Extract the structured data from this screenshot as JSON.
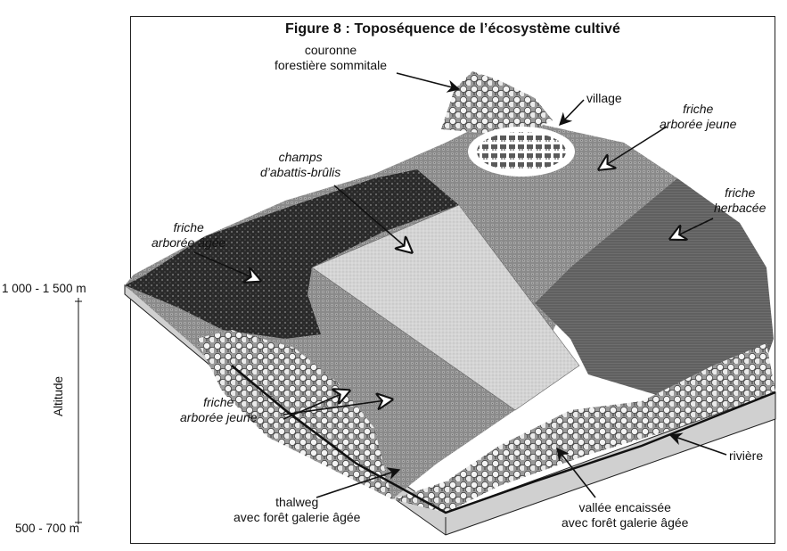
{
  "title": "Figure 8 : Toposéquence de l’écosystème cultivé",
  "axis": {
    "top": "1 000 - 1 500 m",
    "label": "Altitude",
    "bottom": "500 - 700 m"
  },
  "labels": {
    "couronne": [
      "couronne",
      "forestière sommitale"
    ],
    "village": "village",
    "friche_jeune_top": [
      "friche",
      "arborée jeune"
    ],
    "champs": [
      "champs",
      "d’abattis-brûlis"
    ],
    "friche_herbacee": [
      "friche",
      "herbacée"
    ],
    "friche_agee": [
      "friche",
      "arborée âgée"
    ],
    "friche_jeune_bottom": [
      "friche",
      "arborée jeune"
    ],
    "riviere": "rivière",
    "thalweg": [
      "thalweg",
      "avec forêt galerie âgée"
    ],
    "vallee": [
      "vallée encaissée",
      "avec forêt galerie âgée"
    ]
  },
  "colors": {
    "dark_forest": "#2c2c2c",
    "medium_shrub": "#8e8e8e",
    "field": "#d9d9d9",
    "herbaceous": "#6a6a6a",
    "trees": "#f2f2f2",
    "village_houses": "#555555"
  }
}
